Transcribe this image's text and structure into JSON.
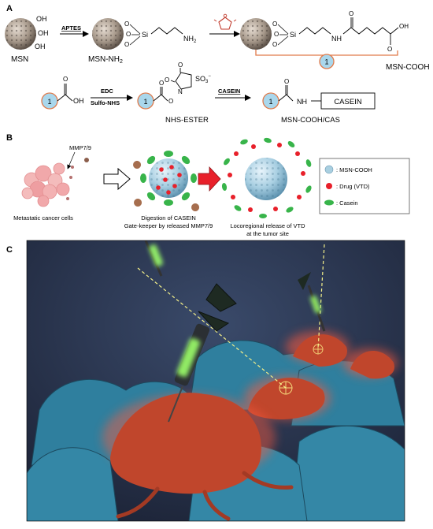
{
  "panel_a": {
    "label": "A",
    "oh": "OH",
    "o": "O",
    "si": "Si",
    "nh2": "NH",
    "sub2": "2",
    "nh": "NH",
    "n": "N",
    "so3": "SO",
    "so3_sub": "3",
    "so3_sup": "−",
    "oh_acid": "OH",
    "msn": "MSN",
    "msn_nh2": "MSN-NH",
    "msn_cooh": "MSN-COOH",
    "aptes": "APTES",
    "edc": "EDC",
    "sulfo_nhs": "Sulfo-NHS",
    "casein_arrow": "CASEIN",
    "nhs_ester": "NHS-ESTER",
    "casein_box": "CASEIN",
    "msn_cooh_cas": "MSN-COOH/CAS",
    "circle_num": "1"
  },
  "panel_b": {
    "label": "B",
    "mmp": "MMP7/9",
    "cancer_cells": "Metastatic cancer cells",
    "digestion_1": "Digestion of CASEIN",
    "digestion_2": "Gate-keeper by released MMP7/9",
    "release_1": "Locoregional release of VTD",
    "release_2": "at the tumor site",
    "legend": [
      {
        "label": ": MSN-COOH",
        "color": "#a9cfe0"
      },
      {
        "label": ": Drug (VTD)",
        "color": "#e8202a"
      },
      {
        "label": ": Casein",
        "color": "#38b44a"
      }
    ]
  },
  "panel_c": {
    "label": "C"
  },
  "colors": {
    "bg_night": "#2a3650",
    "tumor": "#c0462c",
    "glow": "#ff5a3c",
    "cell_blue": "#2f7f9e",
    "dart_glow": "#9cff6a",
    "laser": "#f4f08a"
  }
}
